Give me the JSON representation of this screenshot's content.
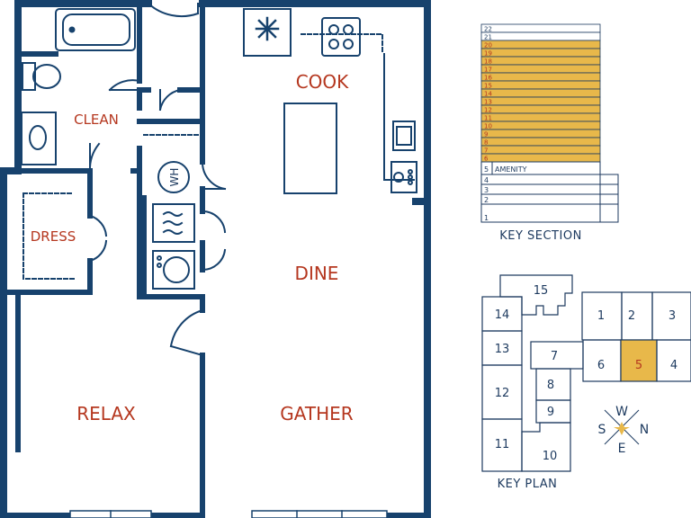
{
  "colors": {
    "wall": "#17426d",
    "label": "#b5371f",
    "highlight": "#e8b84a",
    "line": "#1d3a5f"
  },
  "rooms": {
    "cook": "COOK",
    "clean": "CLEAN",
    "dress": "DRESS",
    "dine": "DINE",
    "relax": "RELAX",
    "gather": "GATHER"
  },
  "fixtures": {
    "water_heater": "WH"
  },
  "key_section": {
    "caption": "KEY SECTION",
    "floors": [
      "22",
      "21",
      "20",
      "19",
      "18",
      "17",
      "16",
      "15",
      "14",
      "13",
      "12",
      "11",
      "10",
      "9",
      "8",
      "7",
      "6"
    ],
    "highlighted_floors": [
      "20",
      "19",
      "18",
      "17",
      "16",
      "15",
      "14",
      "13",
      "12",
      "11",
      "10",
      "9",
      "8",
      "7",
      "6"
    ],
    "floor5": "5",
    "amenity": "AMENITY",
    "lower_floors": [
      "4",
      "3",
      "2",
      "1"
    ]
  },
  "key_plan": {
    "caption": "KEY PLAN",
    "units": [
      "1",
      "2",
      "3",
      "4",
      "5",
      "6",
      "7",
      "8",
      "9",
      "10",
      "11",
      "12",
      "13",
      "14",
      "15"
    ],
    "highlighted_unit": "5"
  },
  "compass": {
    "w": "W",
    "s": "S",
    "n": "N",
    "e": "E"
  }
}
